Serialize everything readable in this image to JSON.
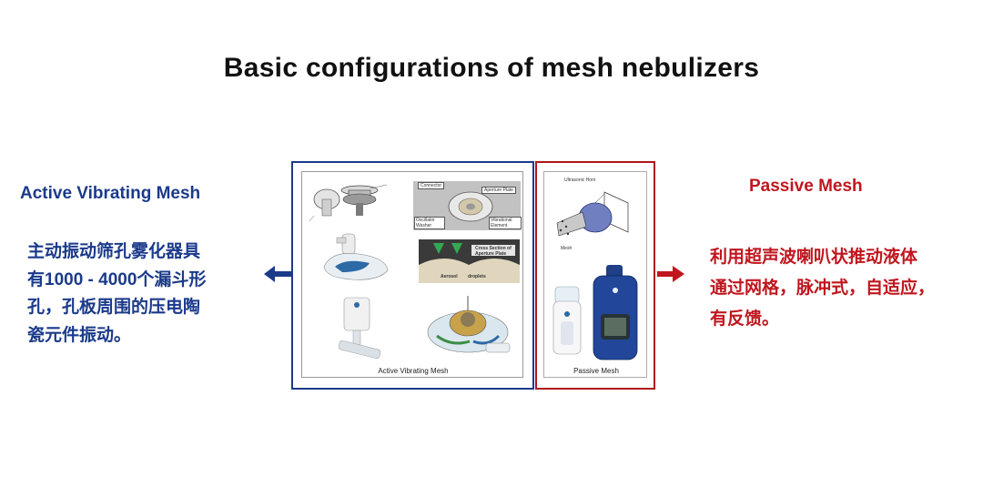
{
  "title": "Basic configurations of mesh nebulizers",
  "active": {
    "heading": "Active Vibrating Mesh",
    "lines": [
      "主动振动筛孔雾化器具",
      "有1000 - 4000个漏斗形",
      "孔，孔板周围的压电陶",
      "瓷元件振动。"
    ],
    "caption": "Active Vibrating Mesh",
    "diagram_labels": {
      "connector": "Connector",
      "aperture_plate": "Aperture Plate",
      "oscillator_washer": "Oscillator Washer",
      "vibrational_element": "Vibrational Element",
      "cross_section": "Cross Section of Aperture Plate",
      "aerosol": "Aerosol",
      "droplets": "droplets"
    }
  },
  "passive": {
    "heading": "Passive Mesh",
    "lines": [
      "利用超声波喇叭状推动液体",
      "通过网格，脉冲式，自适应，",
      "有反馈。"
    ],
    "caption": "Passive Mesh",
    "diagram_labels": {
      "horn": "Ultrasonic Horn",
      "mesh": "Mesh"
    }
  },
  "colors": {
    "active": "#1b3a8a",
    "passive": "#c0161e"
  }
}
